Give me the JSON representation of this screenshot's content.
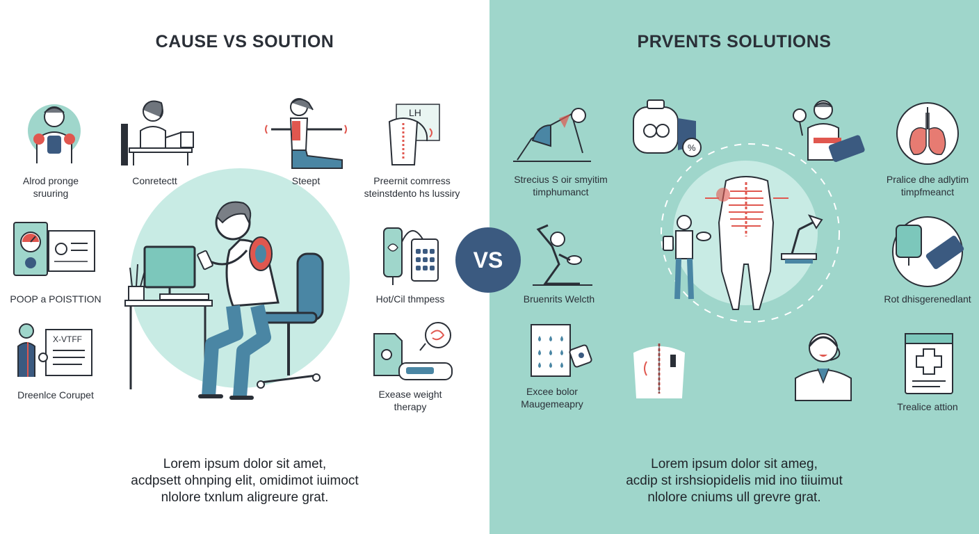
{
  "left": {
    "title": "CAUSE VS SOUTION",
    "labels": {
      "shoulder": "Alrod pronge\nsruuring",
      "computer": "Conretectt",
      "stretch": "Steept",
      "back": "Preernit comrress\nsteinstdento hs lussiry",
      "poor_position": "POOP a POISTTION",
      "hot_cold": "Hot/Cil thmpess",
      "document": "Dreenlce Corupet",
      "excase": "Exease weight\ntherapy"
    },
    "body": "Lorem ipsum dolor sit amet,\nacdpsett ohnping elit, omidimot iuimoct\nnlolore txnlum aligreure grat."
  },
  "vs_label": "VS",
  "right": {
    "title": "PRVENTS SOLUTIONS",
    "labels": {
      "yoga": "Strecius S oir smyitim\ntimphumanct",
      "practice": "Pralice dhe adlytim\ntimpfmeanct",
      "weight": "Bruenrits Welcth",
      "device": "Rot dhisgerenedlant",
      "excess": "Excee bolor\nMaugemeapry",
      "treatment": "Trealice attion"
    },
    "body": "Lorem ipsum dolor sit ameg,\nacdip st irshsiopidelis mid ino tiiuimut\nnlolore cniums ull grevre grat."
  },
  "colors": {
    "teal": "#9fd6cb",
    "teal_light": "#c8ebe4",
    "navy": "#3b5a80",
    "accent_red": "#e0574f",
    "blue_clothes": "#4a86a4",
    "line": "#2a2f37"
  }
}
